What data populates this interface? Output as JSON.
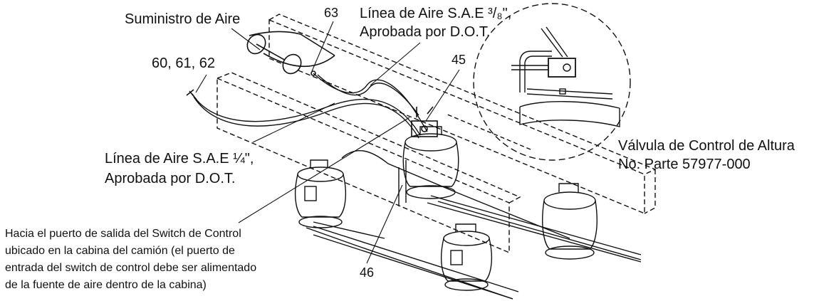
{
  "labels": {
    "air_supply": "Suministro de Aire",
    "ref_63": "63",
    "air_line_38_l1": "Línea de Aire S.A.E ³/₈\",",
    "air_line_38_l2": "Aprobada por D.O.T.",
    "ref_45": "45",
    "ref_60_61_62": "60, 61, 62",
    "air_line_14_l1": "Línea de Aire S.A.E ¼\",",
    "air_line_14_l2": "Aprobada por D.O.T.",
    "valve_l1": "Válvula de Control de Altura",
    "valve_l2": "No. Parte 57977-000",
    "switch_l1": "Hacia el puerto de salida del Switch de Control",
    "switch_l2": "ubicado en la cabina del camión (el puerto de",
    "switch_l3": "entrada del switch de control debe ser alimentado",
    "switch_l4": "de la fuente de aire dentro de la cabina)",
    "ref_46": "46"
  }
}
